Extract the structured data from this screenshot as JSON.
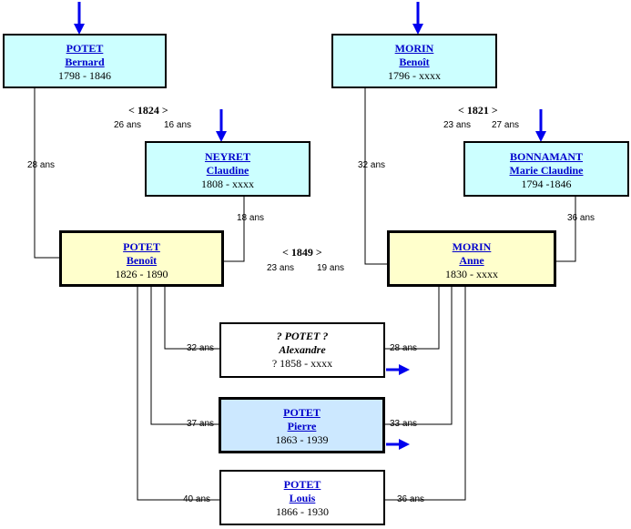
{
  "colors": {
    "grandparent_bg": "#ccffff",
    "parent_bg": "#ffffcc",
    "selected_bg": "#cce8ff",
    "child_bg": "#ffffff",
    "arrow": "#0000ee",
    "link": "#0000cc"
  },
  "persons": {
    "bernard": {
      "surname": "POTET",
      "given": "Bernard",
      "dates": "1798 - 1846"
    },
    "benoit_morin": {
      "surname": "MORIN",
      "given": "Benoît",
      "dates": "1796 - xxxx"
    },
    "claudine": {
      "surname": "NEYRET",
      "given": "Claudine",
      "dates": "1808 - xxxx"
    },
    "marie_claudine": {
      "surname": "BONNAMANT",
      "given": "Marie Claudine",
      "dates": "1794 -1846"
    },
    "benoit_potet": {
      "surname": "POTET",
      "given": "Benoît",
      "dates": "1826 - 1890"
    },
    "anne": {
      "surname": "MORIN",
      "given": "Anne",
      "dates": "1830 - xxxx"
    },
    "alexandre": {
      "surname": "? POTET ?",
      "given": "Alexandre",
      "dates": "? 1858 - xxxx"
    },
    "pierre": {
      "surname": "POTET",
      "given": "Pierre",
      "dates": "1863 - 1939"
    },
    "louis": {
      "surname": "POTET",
      "given": "Louis",
      "dates": "1866 - 1930"
    }
  },
  "marriages": {
    "m1824": {
      "label": "< 1824 >",
      "husband_age": "26 ans",
      "wife_age": "16 ans"
    },
    "m1821": {
      "label": "< 1821 >",
      "husband_age": "23 ans",
      "wife_age": "27 ans"
    },
    "m1849": {
      "label": "< 1849 >",
      "husband_age": "23 ans",
      "wife_age": "19 ans"
    }
  },
  "ages": {
    "bernard_at_benoit": "28 ans",
    "claudine_at_benoit": "18 ans",
    "benoit_morin_at_anne": "32 ans",
    "marie_claudine_at_anne": "36 ans",
    "father_at_alexandre": "32 ans",
    "mother_at_alexandre": "28 ans",
    "father_at_pierre": "37 ans",
    "mother_at_pierre": "33 ans",
    "father_at_louis": "40 ans",
    "mother_at_louis": "36 ans"
  }
}
